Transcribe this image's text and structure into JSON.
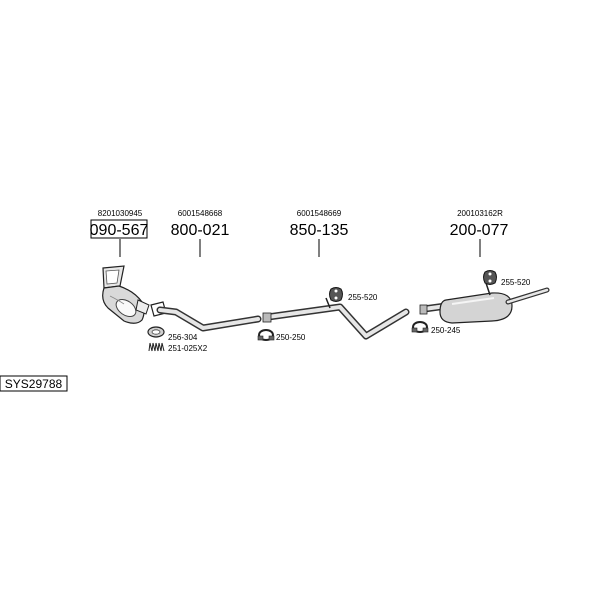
{
  "diagram": {
    "system_code": "SYS29788",
    "main_parts": [
      {
        "oe_number": "8201030945",
        "part_number": "090-567",
        "boxed": true
      },
      {
        "oe_number": "6001548668",
        "part_number": "800-021",
        "boxed": false
      },
      {
        "oe_number": "6001548669",
        "part_number": "850-135",
        "boxed": false
      },
      {
        "oe_number": "200103162R",
        "part_number": "200-077",
        "boxed": false
      }
    ],
    "accessories": [
      {
        "part_number": "256-304",
        "icon": "gasket-ring-icon"
      },
      {
        "part_number": "251-025X2",
        "icon": "spring-icon"
      },
      {
        "part_number": "250-250",
        "icon": "clamp-icon"
      },
      {
        "part_number": "255-520",
        "icon": "rubber-hanger-icon"
      },
      {
        "part_number": "250-245",
        "icon": "clamp-icon"
      },
      {
        "part_number": "255-520",
        "icon": "rubber-hanger-icon"
      }
    ]
  }
}
